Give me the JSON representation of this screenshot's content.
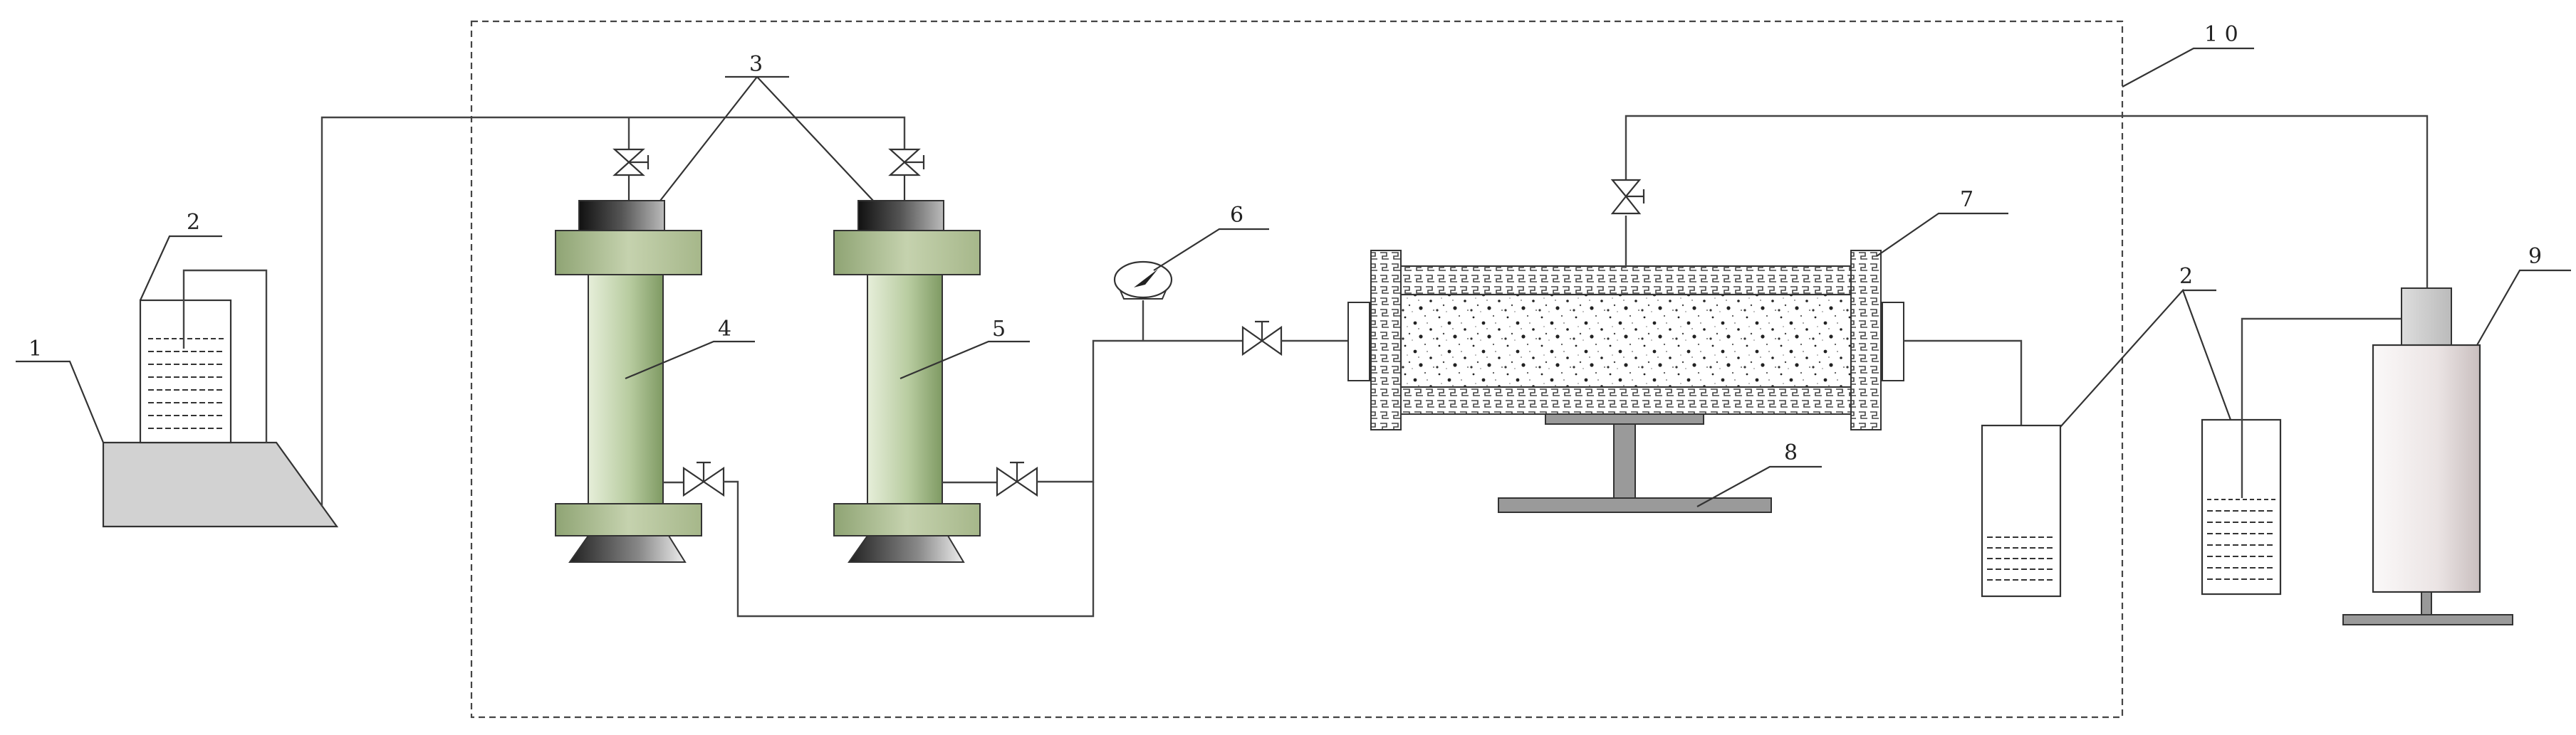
{
  "labels": {
    "source_tank": "1",
    "beaker": "2",
    "valve_group": "3",
    "column_a": "4",
    "column_b": "5",
    "pressure_gauge": "6",
    "core_holder": "7",
    "support_stand": "8",
    "pump": "9",
    "enclosure": "1 0"
  },
  "colors": {
    "line": "#333333",
    "tank_fill": "#cfcfcf",
    "column_light": "#e3ebd8",
    "column_dark": "#8fa874",
    "cap_fill": "#b9c7a0",
    "cap_dark": "#2a2a2a",
    "stand_fill": "#9a9a9a",
    "pump_light": "#f2eeee",
    "pump_dark": "#c8c0c0"
  }
}
